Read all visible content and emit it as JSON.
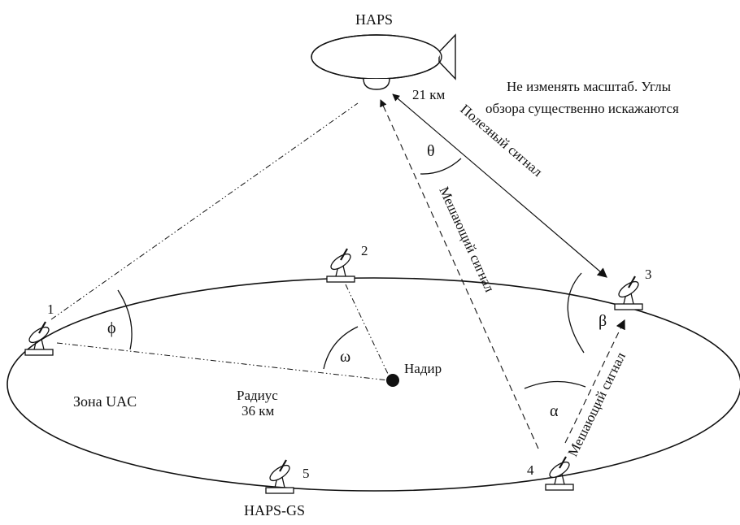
{
  "labels": {
    "haps": "HAPS",
    "altitude": "21 км",
    "note_line1": "Не изменять масштаб. Углы",
    "note_line2": "обзора существенно искажаются",
    "useful_signal": "Полезный сигнал",
    "interfering_signal_left": "Мешающий сигнал",
    "interfering_signal_right": "Мешающий сигнал",
    "nadir": "Надир",
    "zone": "Зона UAC",
    "radius_line1": "Радиус",
    "radius_line2": "36 км",
    "haps_gs": "HAPS-GS"
  },
  "angles": {
    "theta": "θ",
    "phi": "ϕ",
    "omega": "ω",
    "beta": "β",
    "alpha": "α"
  },
  "stations": [
    {
      "id": "1",
      "label": "1"
    },
    {
      "id": "2",
      "label": "2"
    },
    {
      "id": "3",
      "label": "3"
    },
    {
      "id": "4",
      "label": "4"
    },
    {
      "id": "5",
      "label": "5"
    }
  ]
}
